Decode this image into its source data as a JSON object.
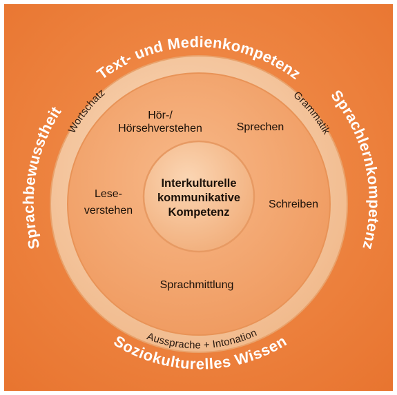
{
  "colors": {
    "background": "#ee7f3a",
    "outer_ring": "#f5c9a2",
    "inner_disc": "#f3a773",
    "core": "#f7c49c",
    "label_white": "#ffffff"
  },
  "outer_labels": {
    "top": "Text- und Medienkompetenz",
    "left": "Sprachbewusstheit",
    "right": "Sprachlernkompetenz",
    "bottom": "Soziokulturelles Wissen"
  },
  "ring_labels": {
    "top_left": "Wortschatz",
    "top_right": "Grammatik",
    "bottom": "Aussprache + Intonation"
  },
  "skills": {
    "hoeren_line1": "Hör-/",
    "hoeren_line2": "Hörsehverstehen",
    "sprechen": "Sprechen",
    "lesen_line1": "Lese-",
    "lesen_line2": "verstehen",
    "schreiben": "Schreiben",
    "sprachmittlung": "Sprachmittlung"
  },
  "core": {
    "line1": "Interkulturelle",
    "line2": "kommunikative",
    "line3": "Kompetenz"
  }
}
